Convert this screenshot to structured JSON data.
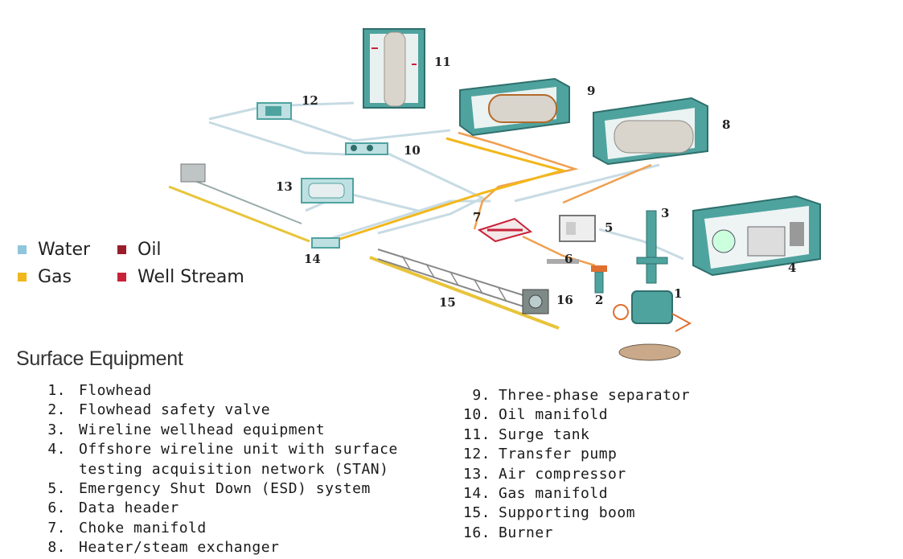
{
  "legend": [
    {
      "label": "Water",
      "color": "#8fc6dc"
    },
    {
      "label": "Oil",
      "color": "#9a1d2b"
    },
    {
      "label": "Gas",
      "color": "#f2b71c"
    },
    {
      "label": "Well Stream",
      "color": "#c8223a"
    }
  ],
  "colors": {
    "equipment_teal": "#4fa39f",
    "tank_gray": "#d9d4cc",
    "gas_line": "#f2b71c",
    "oil_line": "#f0a050",
    "water_line": "#c7dbe4",
    "boom_yellow": "#e8c43a"
  },
  "labels": {
    "n1": "1",
    "n2": "2",
    "n3": "3",
    "n4": "4",
    "n5": "5",
    "n6": "6",
    "n7": "7",
    "n8": "8",
    "n9": "9",
    "n10": "10",
    "n11": "11",
    "n12": "12",
    "n13": "13",
    "n14": "14",
    "n15": "15",
    "n16": "16"
  },
  "title": "Surface Equipment",
  "items_left": [
    {
      "num": "1.",
      "text": "Flowhead"
    },
    {
      "num": "2.",
      "text": "Flowhead safety valve"
    },
    {
      "num": "3.",
      "text": "Wireline wellhead equipment"
    },
    {
      "num": "4.",
      "text": "Offshore wireline unit with surface",
      "cont": "testing acquisition network (STAN)"
    },
    {
      "num": "5.",
      "text": "Emergency Shut Down (ESD) system"
    },
    {
      "num": "6.",
      "text": "Data header"
    },
    {
      "num": "7.",
      "text": "Choke manifold"
    },
    {
      "num": "8.",
      "text": "Heater/steam exchanger"
    }
  ],
  "items_right": [
    {
      "num": "9.",
      "text": "Three-phase separator"
    },
    {
      "num": "10.",
      "text": "Oil manifold"
    },
    {
      "num": "11.",
      "text": "Surge tank"
    },
    {
      "num": "12.",
      "text": "Transfer pump"
    },
    {
      "num": "13.",
      "text": "Air compressor"
    },
    {
      "num": "14.",
      "text": "Gas manifold"
    },
    {
      "num": "15.",
      "text": "Supporting boom"
    },
    {
      "num": "16.",
      "text": "Burner"
    }
  ]
}
